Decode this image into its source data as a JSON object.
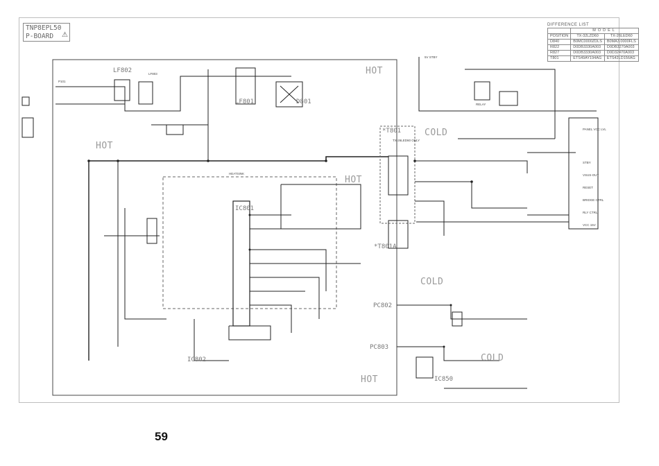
{
  "board": {
    "title_line1": "TNP8EPL50",
    "title_line2": "P-BOARD",
    "warning_symbol": "⚠"
  },
  "difference_list": {
    "title": "DIFFERENCE LIST",
    "header_model": "MODEL",
    "columns": [
      "POSITION",
      "TX-32LZD60",
      "TX-26LED60"
    ],
    "rows": [
      [
        "D840",
        "B0MC0000ZDLS",
        "B0MA3.0000FLS"
      ],
      [
        "R822",
        "D0DB3330A003",
        "D0DB3270A003"
      ],
      [
        "R827",
        "D0DB3330A003",
        "D0D32470A003"
      ],
      [
        "T801",
        "ETS49AY194AG",
        "ETS42LD156AG"
      ]
    ]
  },
  "zones": {
    "hot1": "HOT",
    "hot2": "HOT",
    "hot3": "HOT",
    "hot4": "HOT",
    "cold1": "COLD",
    "cold2": "COLD",
    "cold3": "COLD"
  },
  "ics": {
    "ic801": "IC801",
    "ic802": "IC802",
    "ic803": "PC802",
    "ic804": "PC803",
    "ic850": "IC850",
    "t801": "*T801",
    "t801a": "*T801A",
    "lf801": "LF801",
    "lf802": "LF802",
    "d801": "D801"
  },
  "labels": {
    "p101": "P101",
    "lf803": "LF803",
    "heatsink": "HEATSINK",
    "t801_note": "TX-26LED60 ONLY",
    "pwr_on": "PANEL VCC LVL",
    "stby": "STBY",
    "vsus": "VSUS-OUT",
    "reset": "RESET",
    "brdg": "BRIDGE CTRL",
    "rly": "RLY CTRL",
    "vcc15": "VCC 15V",
    "vcc5": "5V STBY",
    "relay": "RELAY"
  },
  "page_number": "59"
}
